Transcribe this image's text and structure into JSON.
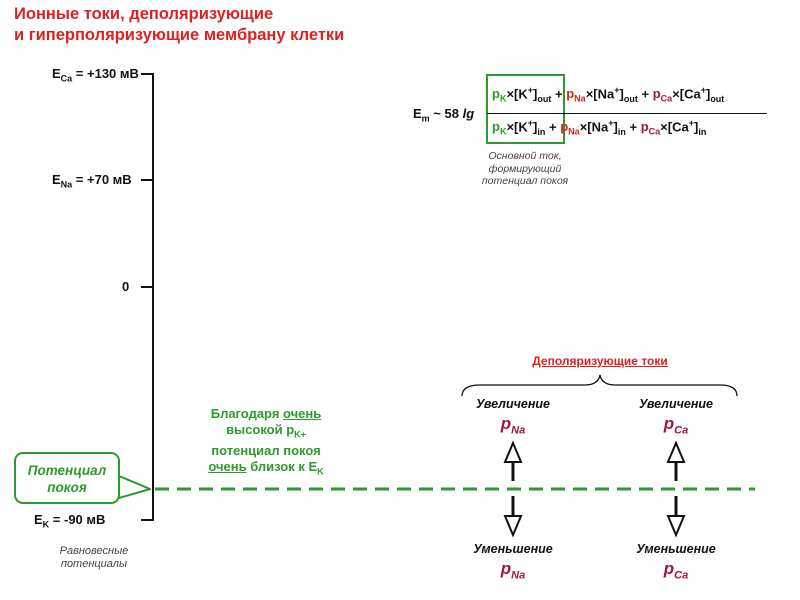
{
  "title": {
    "line1": "Ионные токи, деполяризующие",
    "line2": "и гиперполяризующие мембрану клетки"
  },
  "axis": {
    "eca": {
      "sym": "E",
      "sub": "Ca",
      "value": " = +130 мВ"
    },
    "ena": {
      "sym": "E",
      "sub": "Na",
      "value": " = +70 мВ"
    },
    "zero": "0",
    "ek": {
      "sym": "E",
      "sub": "K",
      "value": " = -90 мВ"
    },
    "caption_line1": "Равновесные",
    "caption_line2": "потенциалы"
  },
  "formula": {
    "lhs_sym": "E",
    "lhs_sub": "m",
    "lhs_rest": " ~ 58 ",
    "log": "lg",
    "num_k": "p",
    "num_k_sub": "K",
    "num_k_ion": "×[K",
    "num_k_sup": "+",
    "num_k_tail": "]",
    "num_k_loc": "out",
    "num_na": "p",
    "num_na_sub": "Na",
    "num_na_ion": "×[Na",
    "num_na_sup": "+",
    "num_na_tail": "]",
    "num_na_loc": "out",
    "num_ca": "p",
    "num_ca_sub": "Ca",
    "num_ca_ion": "×[Ca",
    "num_ca_sup": "+",
    "num_ca_tail": "]",
    "num_ca_loc": "out",
    "den_k_loc": "in",
    "den_na_loc": "in",
    "den_ca_loc": "in",
    "plus": "+",
    "note_line1": "Основной ток,",
    "note_line2": "формирующий",
    "note_line3": "потенциал покоя"
  },
  "resting_callout": {
    "line1": "Потенциал",
    "line2": "покоя"
  },
  "explanation": {
    "l1a": "Благодаря ",
    "l1b": "очень",
    "l2a": "высокой p",
    "l2sub": "K+",
    "l3": "потенциал покоя",
    "l4a": "очень",
    "l4b": " близок к E",
    "l4sub": "K"
  },
  "depolarizing": {
    "label": "Деполяризующие токи",
    "increase": "Увеличение",
    "decrease": "Уменьшение",
    "p": "p",
    "na": "Na",
    "ca": "Ca"
  },
  "colors": {
    "title_red": "#e02020",
    "green": "#2e9a2e",
    "maroon": "#a0193c"
  }
}
